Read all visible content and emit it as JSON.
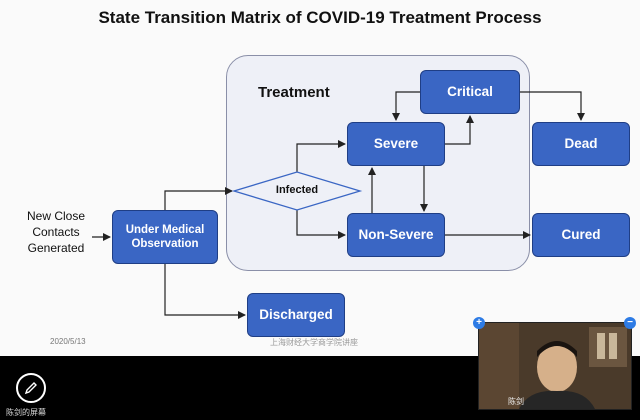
{
  "slide": {
    "title": "State Transition Matrix of COVID-19 Treatment Process",
    "treatment_label": "Treatment",
    "new_close_contacts": "New Close Contacts Generated",
    "date": "2020/5/13",
    "footer": "上海财经大学商学院讲座"
  },
  "nodes": {
    "under_medical_observation": "Under Medical Observation",
    "infected": "Infected",
    "severe": "Severe",
    "critical": "Critical",
    "dead": "Dead",
    "non_severe": "Non-Severe",
    "cured": "Cured",
    "discharged": "Discharged"
  },
  "colors": {
    "node_fill": "#3a66c4",
    "treatment_fill": "#eef0f7"
  },
  "meeting_bar": {
    "share_label": "陈剑的屏幕",
    "share_icon": "pencil-icon",
    "participant_name": "陈剑"
  }
}
